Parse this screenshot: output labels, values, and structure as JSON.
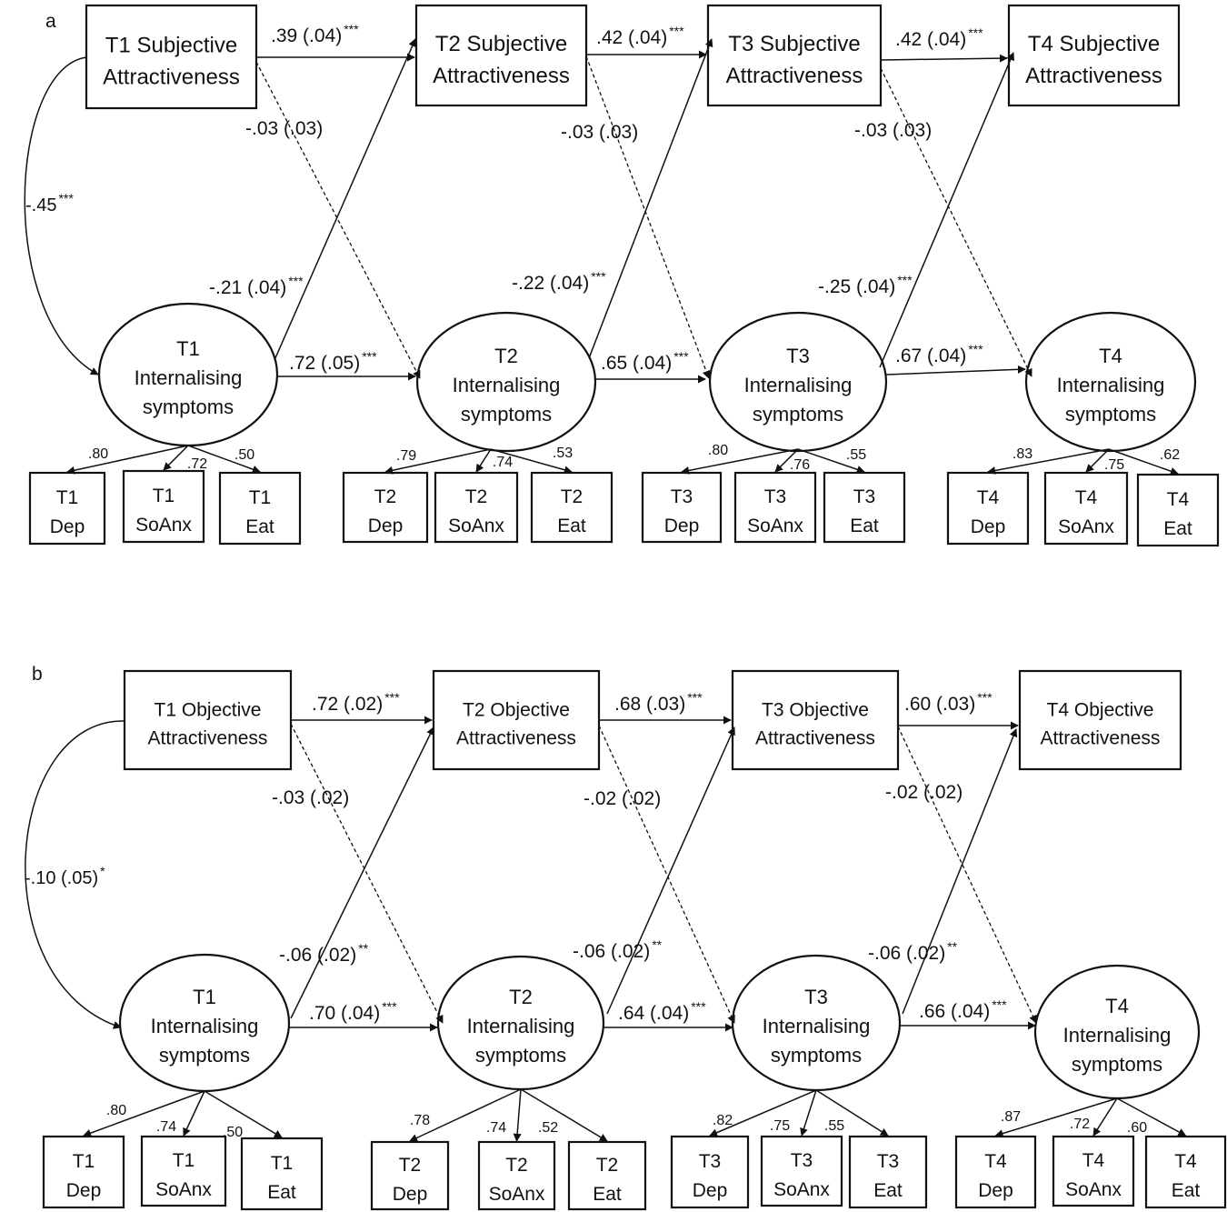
{
  "panel_a": {
    "label": "a",
    "nodes": {
      "t1_attr": [
        "T1 Subjective",
        "Attractiveness"
      ],
      "t2_attr": [
        "T2 Subjective",
        "Attractiveness"
      ],
      "t3_attr": [
        "T3 Subjective",
        "Attractiveness"
      ],
      "t4_attr": [
        "T4 Subjective",
        "Attractiveness"
      ],
      "t1_int": [
        "T1",
        "Internalising",
        "symptoms"
      ],
      "t2_int": [
        "T2",
        "Internalising",
        "symptoms"
      ],
      "t3_int": [
        "T3",
        "Internalising",
        "symptoms"
      ],
      "t4_int": [
        "T4",
        "Internalising",
        "symptoms"
      ],
      "t1_dep": [
        "T1",
        "Dep"
      ],
      "t1_soanx": [
        "T1",
        "SoAnx"
      ],
      "t1_eat": [
        "T1",
        "Eat"
      ],
      "t2_dep": [
        "T2",
        "Dep"
      ],
      "t2_soanx": [
        "T2",
        "SoAnx"
      ],
      "t2_eat": [
        "T2",
        "Eat"
      ],
      "t3_dep": [
        "T3",
        "Dep"
      ],
      "t3_soanx": [
        "T3",
        "SoAnx"
      ],
      "t3_eat": [
        "T3",
        "Eat"
      ],
      "t4_dep": [
        "T4",
        "Dep"
      ],
      "t4_soanx": [
        "T4",
        "SoAnx"
      ],
      "t4_eat": [
        "T4",
        "Eat"
      ]
    },
    "paths": {
      "attr_12": ".39 (.04)",
      "attr_12_sig": "***",
      "attr_23": ".42 (.04)",
      "attr_23_sig": "***",
      "attr_34": ".42 (.04)",
      "attr_34_sig": "***",
      "attr_int_12": "-.03 (.03)",
      "attr_int_23": "-.03 (.03)",
      "attr_int_34": "-.03 (.03)",
      "int_attr_12": "-.21 (.04)",
      "int_attr_12_sig": "***",
      "int_attr_23": "-.22 (.04)",
      "int_attr_23_sig": "***",
      "int_attr_34": "-.25 (.04)",
      "int_attr_34_sig": "***",
      "int_12": ".72 (.05)",
      "int_12_sig": "***",
      "int_23": ".65 (.04)",
      "int_23_sig": "***",
      "int_34": ".67 (.04)",
      "int_34_sig": "***",
      "corr": "-.45",
      "corr_sig": "***"
    },
    "loadings": {
      "t1": [
        ".80",
        ".72",
        ".50"
      ],
      "t2": [
        ".79",
        ".74",
        ".53"
      ],
      "t3": [
        ".80",
        ".76",
        ".55"
      ],
      "t4": [
        ".83",
        ".75",
        ".62"
      ]
    }
  },
  "panel_b": {
    "label": "b",
    "nodes": {
      "t1_attr": [
        "T1 Objective",
        "Attractiveness"
      ],
      "t2_attr": [
        "T2 Objective",
        "Attractiveness"
      ],
      "t3_attr": [
        "T3 Objective",
        "Attractiveness"
      ],
      "t4_attr": [
        "T4 Objective",
        "Attractiveness"
      ],
      "t1_int": [
        "T1",
        "Internalising",
        "symptoms"
      ],
      "t2_int": [
        "T2",
        "Internalising",
        "symptoms"
      ],
      "t3_int": [
        "T3",
        "Internalising",
        "symptoms"
      ],
      "t4_int": [
        "T4",
        "Internalising",
        "symptoms"
      ],
      "t1_dep": [
        "T1",
        "Dep"
      ],
      "t1_soanx": [
        "T1",
        "SoAnx"
      ],
      "t1_eat": [
        "T1",
        "Eat"
      ],
      "t2_dep": [
        "T2",
        "Dep"
      ],
      "t2_soanx": [
        "T2",
        "SoAnx"
      ],
      "t2_eat": [
        "T2",
        "Eat"
      ],
      "t3_dep": [
        "T3",
        "Dep"
      ],
      "t3_soanx": [
        "T3",
        "SoAnx"
      ],
      "t3_eat": [
        "T3",
        "Eat"
      ],
      "t4_dep": [
        "T4",
        "Dep"
      ],
      "t4_soanx": [
        "T4",
        "SoAnx"
      ],
      "t4_eat": [
        "T4",
        "Eat"
      ]
    },
    "paths": {
      "attr_12": ".72 (.02)",
      "attr_12_sig": "***",
      "attr_23": ".68 (.03)",
      "attr_23_sig": "***",
      "attr_34": ".60 (.03)",
      "attr_34_sig": "***",
      "attr_int_12": "-.03 (.02)",
      "attr_int_23": "-.02 (.02)",
      "attr_int_34": "-.02 (.02)",
      "int_attr_12": "-.06 (.02)",
      "int_attr_12_sig": "**",
      "int_attr_23": "-.06 (.02)",
      "int_attr_23_sig": "**",
      "int_attr_34": "-.06 (.02)",
      "int_attr_34_sig": "**",
      "int_12": ".70 (.04)",
      "int_12_sig": "***",
      "int_23": ".64 (.04)",
      "int_23_sig": "***",
      "int_34": ".66 (.04)",
      "int_34_sig": "***",
      "corr": "-.10 (.05)",
      "corr_sig": "*"
    },
    "loadings": {
      "t1": [
        ".80",
        ".74",
        ".50"
      ],
      "t2": [
        ".78",
        ".74",
        ".52"
      ],
      "t3": [
        ".82",
        ".75",
        ".55"
      ],
      "t4": [
        ".87",
        ".72",
        ".60"
      ]
    }
  }
}
